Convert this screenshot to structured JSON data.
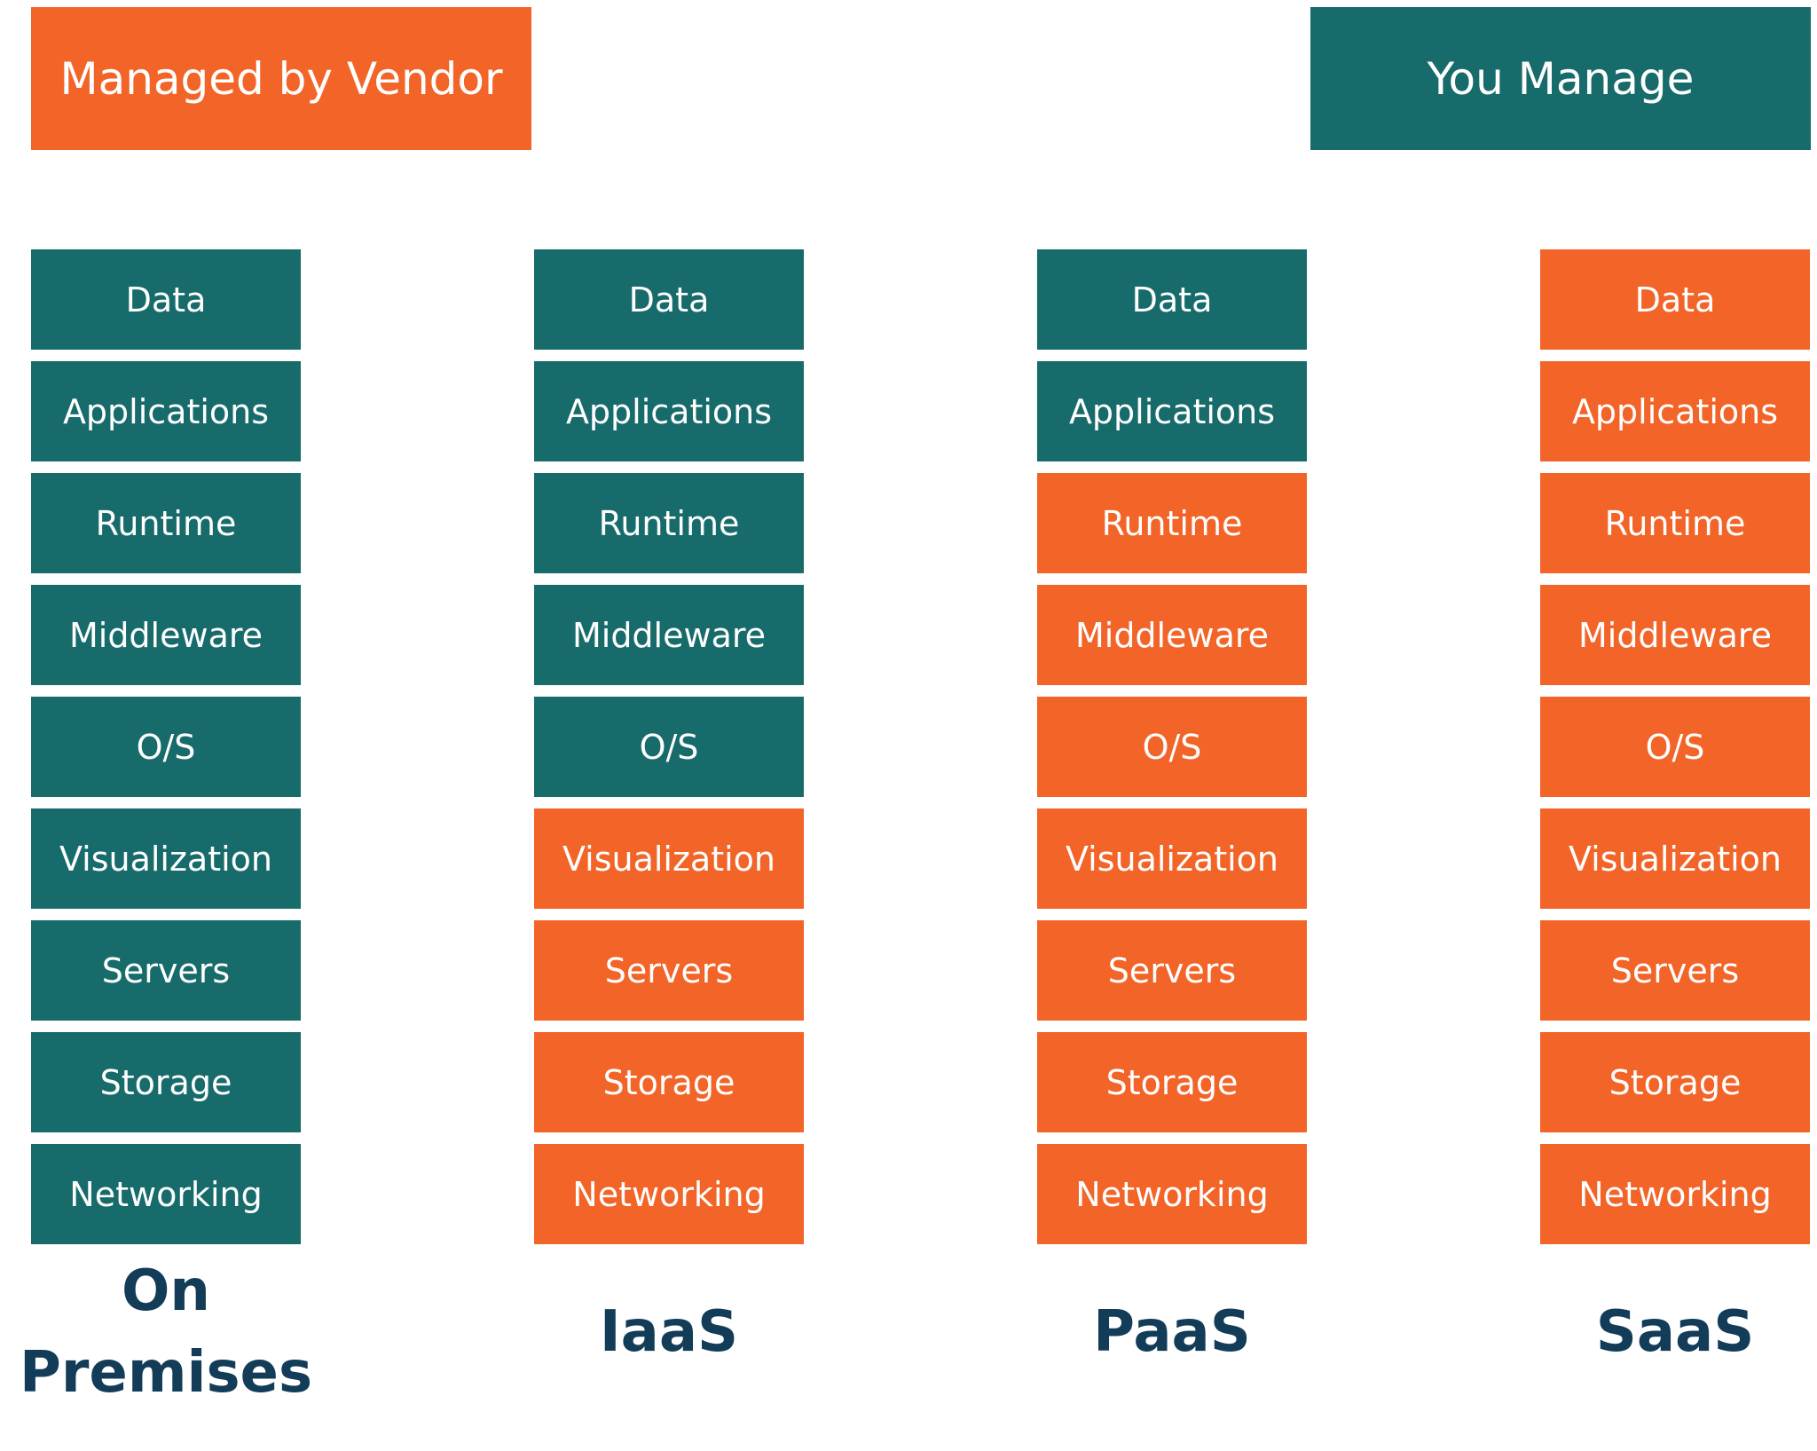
{
  "colors": {
    "vendor": "#f26427",
    "you": "#176b6b",
    "label": "#123c57"
  },
  "legend": {
    "vendor_label": "Managed by Vendor",
    "you_label": "You Manage"
  },
  "columns": [
    {
      "title_lines": [
        "On",
        "Premises"
      ],
      "cells": [
        {
          "label": "Data",
          "managed_by": "you"
        },
        {
          "label": "Applications",
          "managed_by": "you"
        },
        {
          "label": "Runtime",
          "managed_by": "you"
        },
        {
          "label": "Middleware",
          "managed_by": "you"
        },
        {
          "label": "O/S",
          "managed_by": "you"
        },
        {
          "label": "Visualization",
          "managed_by": "you"
        },
        {
          "label": "Servers",
          "managed_by": "you"
        },
        {
          "label": "Storage",
          "managed_by": "you"
        },
        {
          "label": "Networking",
          "managed_by": "you"
        }
      ]
    },
    {
      "title_lines": [
        "IaaS"
      ],
      "cells": [
        {
          "label": "Data",
          "managed_by": "you"
        },
        {
          "label": "Applications",
          "managed_by": "you"
        },
        {
          "label": "Runtime",
          "managed_by": "you"
        },
        {
          "label": "Middleware",
          "managed_by": "you"
        },
        {
          "label": "O/S",
          "managed_by": "you"
        },
        {
          "label": "Visualization",
          "managed_by": "vendor"
        },
        {
          "label": "Servers",
          "managed_by": "vendor"
        },
        {
          "label": "Storage",
          "managed_by": "vendor"
        },
        {
          "label": "Networking",
          "managed_by": "vendor"
        }
      ]
    },
    {
      "title_lines": [
        "PaaS"
      ],
      "cells": [
        {
          "label": "Data",
          "managed_by": "you"
        },
        {
          "label": "Applications",
          "managed_by": "you"
        },
        {
          "label": "Runtime",
          "managed_by": "vendor"
        },
        {
          "label": "Middleware",
          "managed_by": "vendor"
        },
        {
          "label": "O/S",
          "managed_by": "vendor"
        },
        {
          "label": "Visualization",
          "managed_by": "vendor"
        },
        {
          "label": "Servers",
          "managed_by": "vendor"
        },
        {
          "label": "Storage",
          "managed_by": "vendor"
        },
        {
          "label": "Networking",
          "managed_by": "vendor"
        }
      ]
    },
    {
      "title_lines": [
        "SaaS"
      ],
      "cells": [
        {
          "label": "Data",
          "managed_by": "vendor"
        },
        {
          "label": "Applications",
          "managed_by": "vendor"
        },
        {
          "label": "Runtime",
          "managed_by": "vendor"
        },
        {
          "label": "Middleware",
          "managed_by": "vendor"
        },
        {
          "label": "O/S",
          "managed_by": "vendor"
        },
        {
          "label": "Visualization",
          "managed_by": "vendor"
        },
        {
          "label": "Servers",
          "managed_by": "vendor"
        },
        {
          "label": "Storage",
          "managed_by": "vendor"
        },
        {
          "label": "Networking",
          "managed_by": "vendor"
        }
      ]
    }
  ]
}
